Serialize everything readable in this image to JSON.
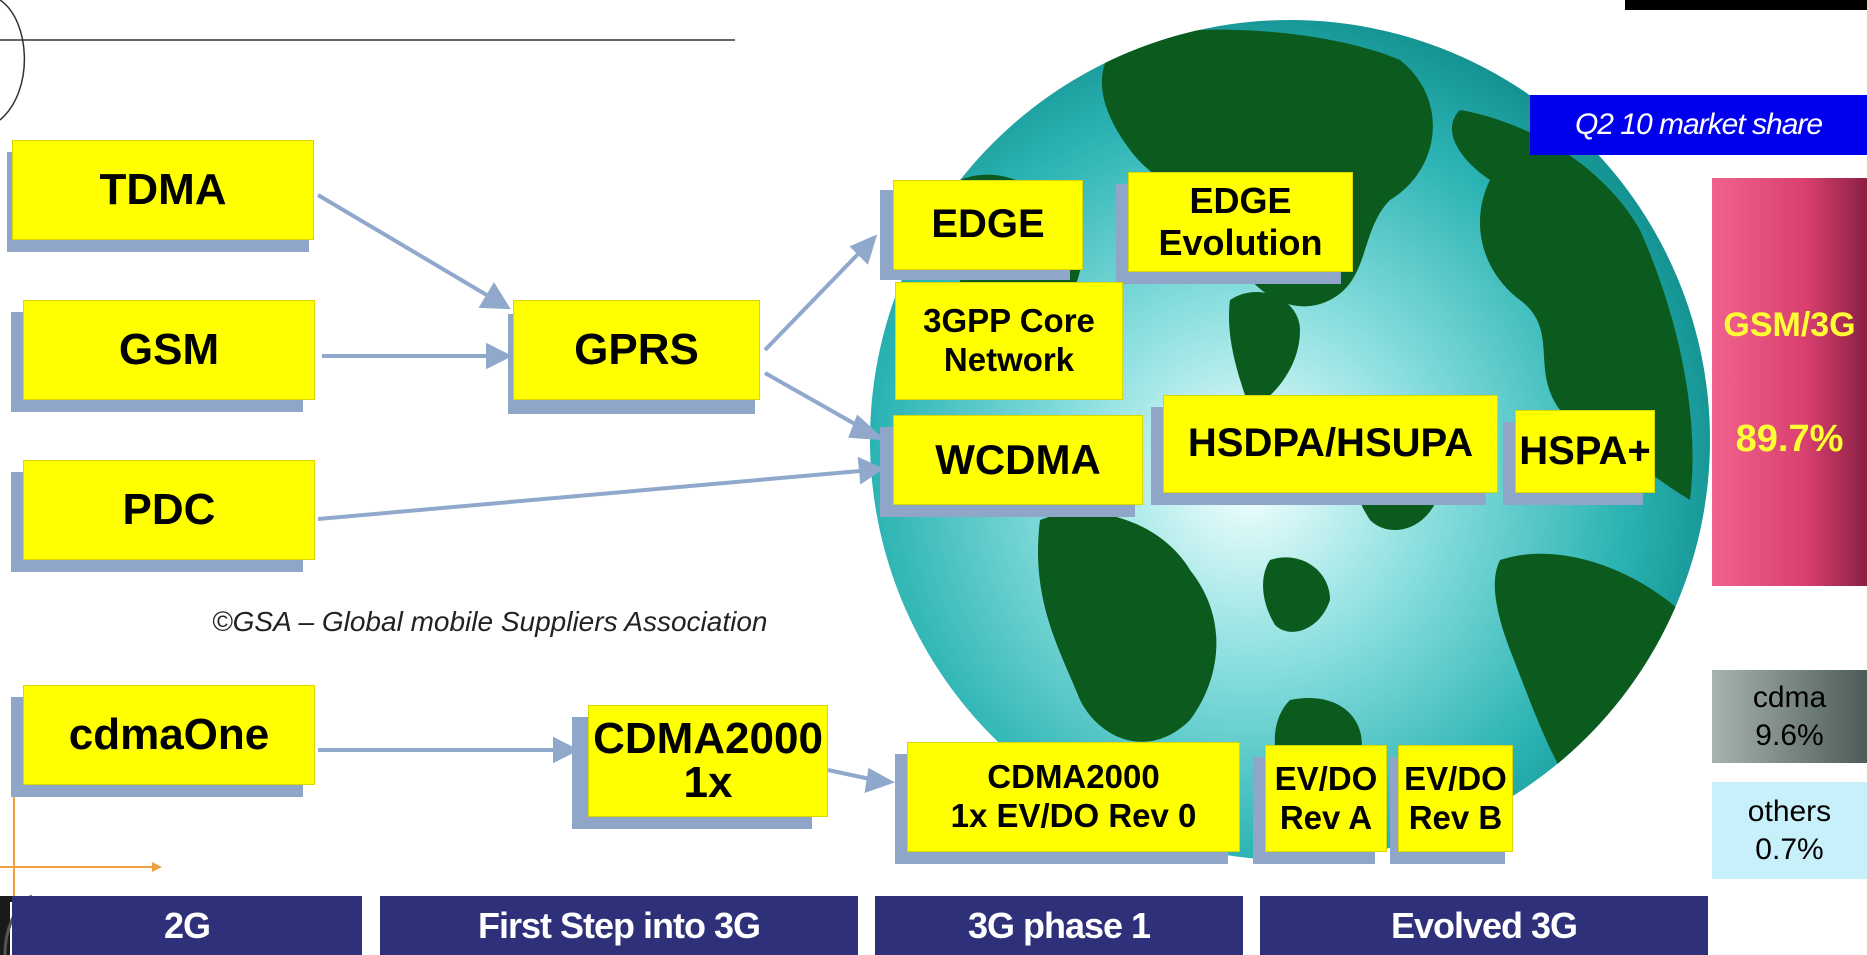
{
  "boxes": {
    "tdma": "TDMA",
    "gsm": "GSM",
    "pdc": "PDC",
    "gprs": "GPRS",
    "edge": "EDGE",
    "edge_evolution": "EDGE\nEvolution",
    "core_network": "3GPP Core\nNetwork",
    "wcdma": "WCDMA",
    "hsdpa_hsupa": "HSDPA/HSUPA",
    "hspa_plus": "HSPA+",
    "cdmaone": "cdmaOne",
    "cdma2000_1x": "CDMA2000\n1x",
    "cdma2000_evdo_rev0": "CDMA2000\n1x EV/DO Rev 0",
    "evdo_rev_a": "EV/DO\nRev A",
    "evdo_rev_b": "EV/DO\nRev B"
  },
  "copyright": "©GSA – Global mobile Suppliers Association",
  "market_share": {
    "title": "Q2 10 market share",
    "gsm_label": "GSM/3G",
    "gsm_value": "89.7%",
    "cdma_label": "cdma\n9.6%",
    "others_label": "others\n0.7%"
  },
  "phases": {
    "p2g": "2G",
    "first_step": "First Step into 3G",
    "phase1": "3G phase 1",
    "evolved": "Evolved 3G"
  },
  "colors": {
    "box_fill": "#ffff00",
    "box_shadow": "#8fa6c8",
    "arrow": "#8fa8cc",
    "phase_bar": "#2e307a",
    "title_bg": "#0000ee",
    "gsm_bar": "#d9406e",
    "cdma_bar": "#70807c",
    "others_bar": "#c8f0fa"
  }
}
